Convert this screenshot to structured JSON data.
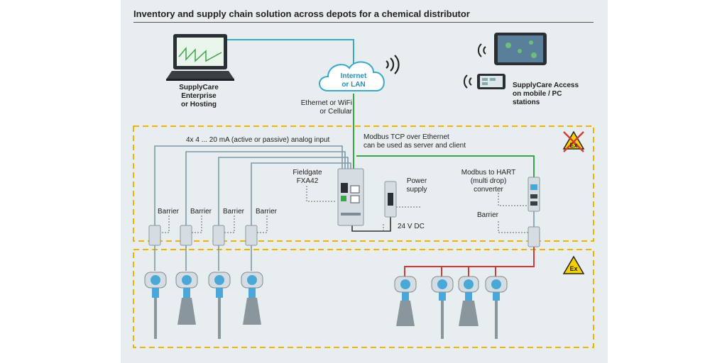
{
  "title": "Inventory and supply chain solution across depots for a chemical distributor",
  "labels": {
    "enterprise": "SupplyCare\nEnterprise\nor Hosting",
    "cloud": "Internet\nor LAN",
    "ethernet": "Ethernet or WiFi\nor Cellular",
    "access": "SupplyCare Access\non mobile / PC\nstations",
    "analog": "4x 4 ... 20 mA (active or passive) analog input",
    "modbus_tcp": "Modbus TCP over Ethernet\ncan be used as server and client",
    "fieldgate": "Fieldgate\nFXA42",
    "power": "Power\nsupply",
    "modbus_hart": "Modbus to HART\n(multi drop)\nconverter",
    "barrier": "Barrier",
    "dc": "24 V DC"
  },
  "ex_symbol": "Ex",
  "colors": {
    "cyan_line": "#3aa8c8",
    "green_line": "#3aa64a",
    "red_line": "#d23a3a",
    "zone_dash": "#f0b400",
    "ex_yellow": "#f5d000",
    "device_blue": "#4aa8d8"
  }
}
